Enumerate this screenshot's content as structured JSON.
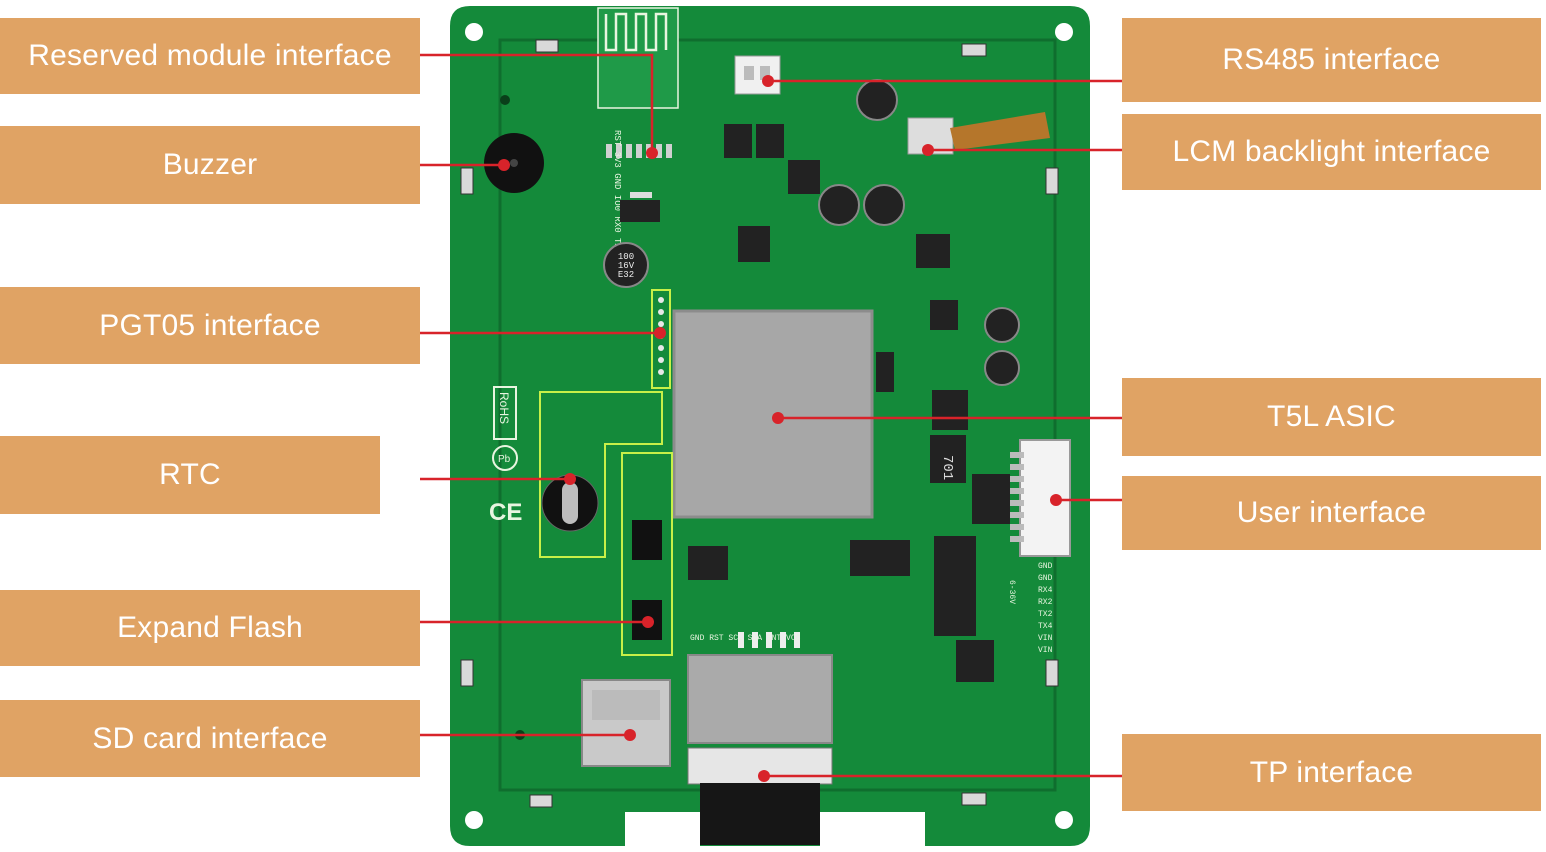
{
  "labels_left": [
    {
      "id": "reserved-module",
      "text": "Reserved module interface"
    },
    {
      "id": "buzzer",
      "text": "Buzzer"
    },
    {
      "id": "pgt05",
      "text": "PGT05 interface"
    },
    {
      "id": "rtc",
      "text": "RTC"
    },
    {
      "id": "expand-flash",
      "text": "Expand Flash"
    },
    {
      "id": "sd-card",
      "text": "SD card interface"
    }
  ],
  "labels_right": [
    {
      "id": "rs485",
      "text": "RS485 interface"
    },
    {
      "id": "lcm-backlight",
      "text": "LCM backlight interface"
    },
    {
      "id": "t5l-asic",
      "text": "T5L ASIC"
    },
    {
      "id": "user-interface",
      "text": "User interface"
    },
    {
      "id": "tp-interface",
      "text": "TP interface"
    }
  ],
  "board_marks": {
    "cap1": "100",
    "cap2": "16V",
    "cap3": "E32",
    "rohs": "RoHS",
    "pb": "Pb",
    "ce": "CE",
    "ind": "701",
    "sd_pins": "GND RST SCL SDA INT VCC",
    "module_pins": "RST 3V3 GND IO0 RX0 TX0",
    "user_pins": [
      "GND",
      "GND",
      "RX4",
      "RX2",
      "TX2",
      "TX4",
      "VIN",
      "VIN"
    ],
    "voltage": "6-36V"
  },
  "colors": {
    "board": "#148a3a",
    "board_dark": "#0f6e2e",
    "label_bg": "#e0a364",
    "leader": "#d8232a",
    "outline": "#c8f048"
  }
}
